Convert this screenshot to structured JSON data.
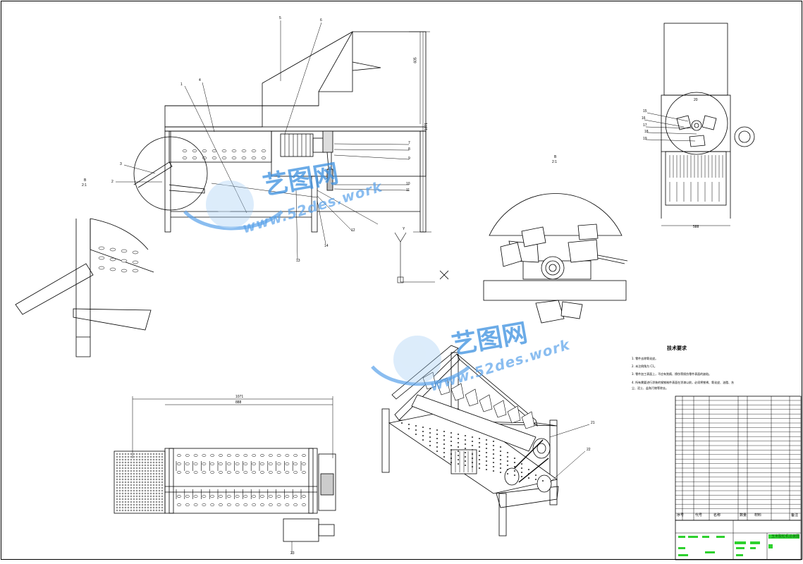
{
  "drawing": {
    "watermark": {
      "cn": "艺图网",
      "url": "www.52des.work"
    },
    "tech_requirements": {
      "title": "技术要求",
      "items": [
        "1. 零件去除氧化皮。",
        "2. 未注倒角为 C1。",
        "3. 零件加工表面上，不应有划痕、擦伤等损伤零件表面的缺陷。",
        "4. 所有需要进行涂装的钢铁制件表面在涂漆以前，必须将铁锈、氧化皮、油脂、灰尘、泥土、盐和污物等除去。"
      ]
    },
    "labels": {
      "section_b": "B",
      "scale_b": "2:1",
      "axis_y": "Y",
      "axis_x": "X",
      "dim_height": "1071",
      "dim_top": "605",
      "dim_width_total": "1071",
      "dim_width_inner": "888",
      "dim_side_width": "588",
      "parts": [
        "1",
        "2",
        "3",
        "4",
        "5",
        "6",
        "7",
        "8",
        "9",
        "10",
        "11",
        "12",
        "13",
        "14",
        "15",
        "16",
        "17",
        "18",
        "19",
        "20",
        "21",
        "22",
        "23"
      ]
    },
    "title_block": {
      "drawing_name": "玉米脱粒机总装图",
      "headers": [
        "序号",
        "代号",
        "名称",
        "数量",
        "材料",
        "备注"
      ]
    }
  }
}
